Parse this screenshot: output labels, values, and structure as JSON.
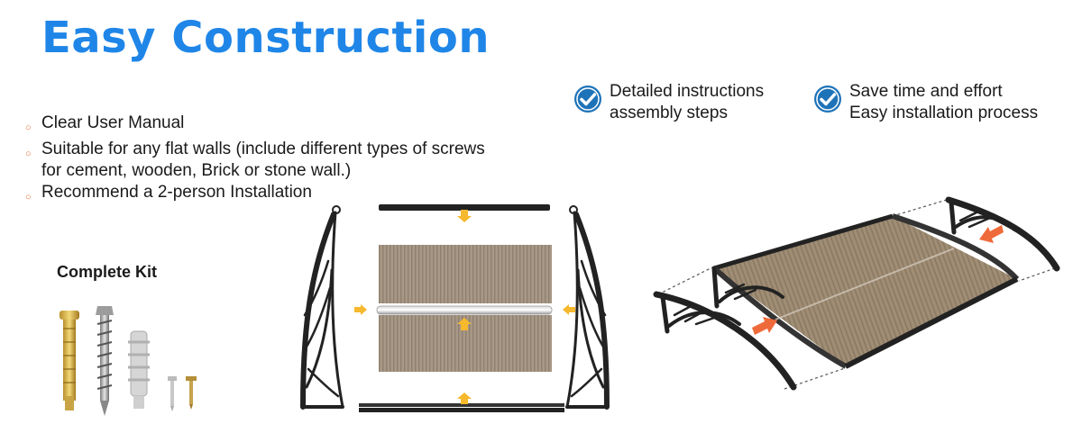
{
  "header": {
    "title": "Easy Construction"
  },
  "features": [
    {
      "line1": "Detailed instructions",
      "line2": "assembly steps",
      "icon": "check-circle-icon"
    },
    {
      "line1": "Save time and effort",
      "line2": "Easy installation process",
      "icon": "check-circle-icon"
    }
  ],
  "bullets": [
    {
      "line1": "Clear User Manual"
    },
    {
      "line1": "Suitable for any flat walls (include different types of screws",
      "line2": "for cement, wooden, Brick or stone wall.)"
    },
    {
      "line1": "Recommend a 2-person Installation"
    }
  ],
  "kit": {
    "title": "Complete Kit"
  },
  "colors": {
    "title": "#1f86e8",
    "check": "#1e73b8",
    "bullet": "#e8723a",
    "panel": "#a89886",
    "frame": "#222222",
    "arrow_yellow": "#f6b82c",
    "arrow_orange": "#ef6a3a"
  }
}
